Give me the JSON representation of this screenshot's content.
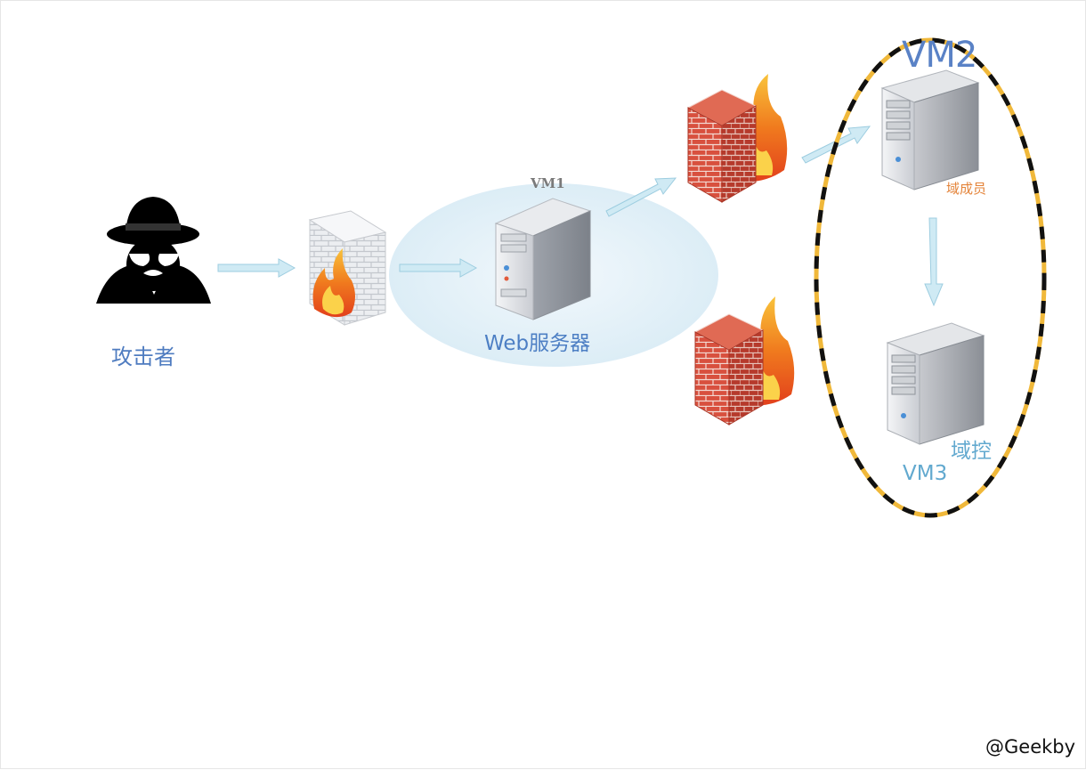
{
  "labels": {
    "attacker": "攻击者",
    "vm1": "VM1",
    "web_server": "Web服务器",
    "vm2": "VM2",
    "domain_member": "域成员",
    "domain_controller": "域控",
    "vm3": "VM3"
  },
  "watermark": "@Geekby",
  "colors": {
    "label_blue": "#4f7cc0",
    "label_orange": "#e4843a",
    "label_cyan": "#62a9cf",
    "arrow": "#bfe3f0",
    "ellipse_yellow": "#f0b83a",
    "ellipse_black": "#111111",
    "cloud": "#e6f2f8"
  }
}
